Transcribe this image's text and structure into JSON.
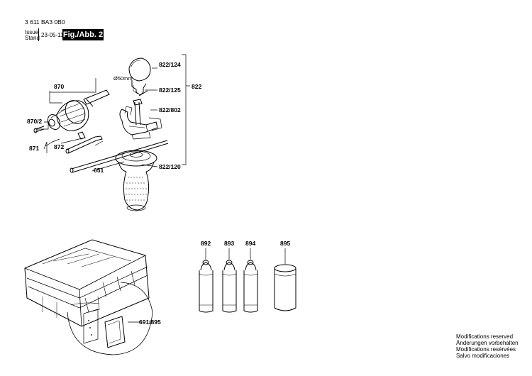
{
  "header": {
    "doc_number": "3 611 BA3 0B0",
    "issue_label": "Issue",
    "stand_label": "Stand",
    "date": "23-05-11",
    "figure_label": "Fig./Abb. 2"
  },
  "parts": {
    "p870": "870",
    "p870_2": "870/2",
    "p871": "871",
    "p872": "872",
    "p651": "651",
    "p822_124": "822/124",
    "p822_125": "822/125",
    "p822_802": "822/802",
    "p822_120": "822/120",
    "p822": "822",
    "p892": "892",
    "p893": "893",
    "p894": "894",
    "p895": "895",
    "p691_895": "691/895",
    "diameter": "Ø50mm"
  },
  "footer": {
    "lines": [
      "Modifications reserved",
      "Änderungen vorbehalten",
      "Modifications resérvées",
      "Salvo modificaciones"
    ]
  }
}
